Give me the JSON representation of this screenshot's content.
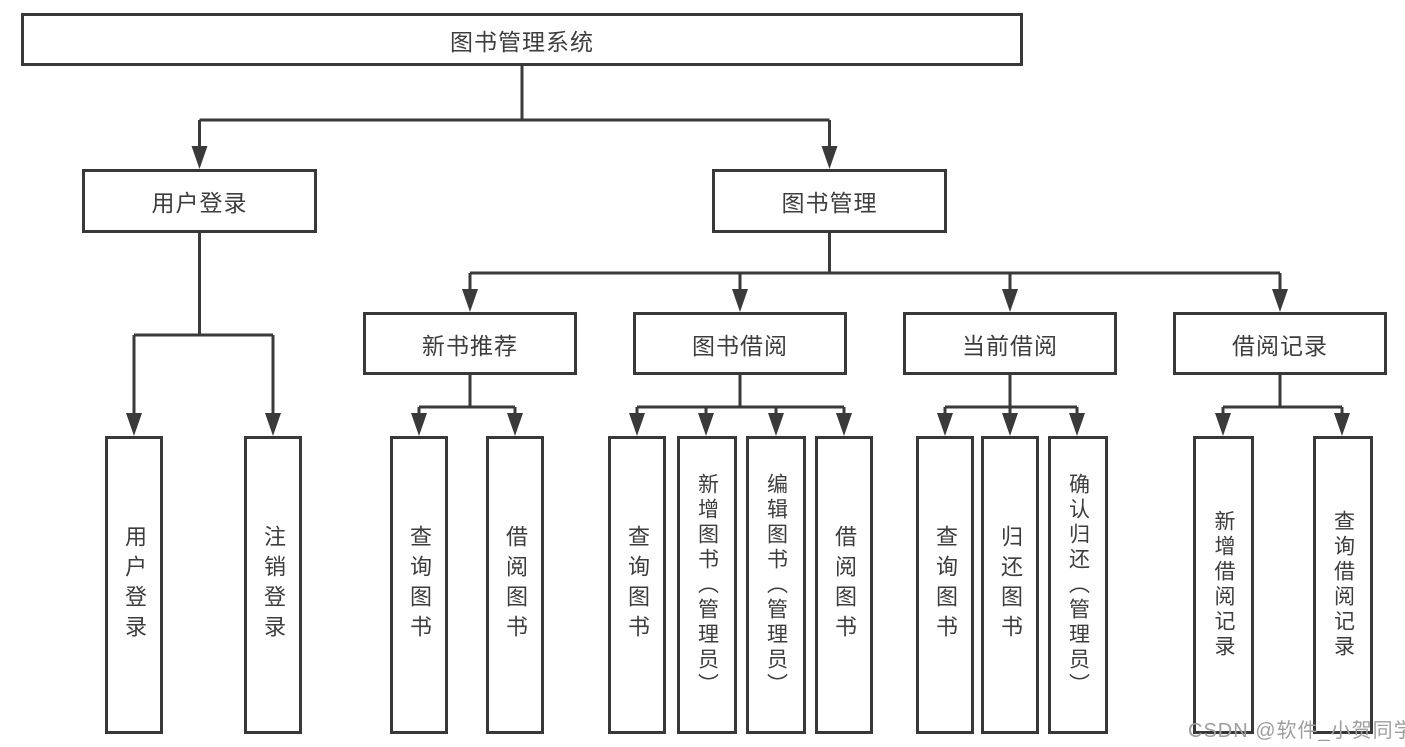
{
  "diagram": {
    "root": {
      "label": "图书管理系统",
      "children": [
        {
          "label": "用户登录",
          "children": [
            {
              "label": "用户登录"
            },
            {
              "label": "注销登录"
            }
          ]
        },
        {
          "label": "图书管理",
          "children": [
            {
              "label": "新书推荐",
              "children": [
                {
                  "label": "查询图书"
                },
                {
                  "label": "借阅图书"
                }
              ]
            },
            {
              "label": "图书借阅",
              "children": [
                {
                  "label": "查询图书"
                },
                {
                  "label": "新增图书（管理员）"
                },
                {
                  "label": "编辑图书（管理员）"
                },
                {
                  "label": "借阅图书"
                }
              ]
            },
            {
              "label": "当前借阅",
              "children": [
                {
                  "label": "查询图书"
                },
                {
                  "label": "归还图书"
                },
                {
                  "label": "确认归还（管理员）"
                }
              ]
            },
            {
              "label": "借阅记录",
              "children": [
                {
                  "label": "新增借阅记录"
                },
                {
                  "label": "查询借阅记录"
                }
              ]
            }
          ]
        }
      ]
    },
    "watermark": "CSDN @软件_小贺同学",
    "colors": {
      "line": "#3a3a3a",
      "box_border": "#383838",
      "text": "#3d3d3d",
      "watermark": "#9e9e9e",
      "background": "#ffffff"
    }
  }
}
